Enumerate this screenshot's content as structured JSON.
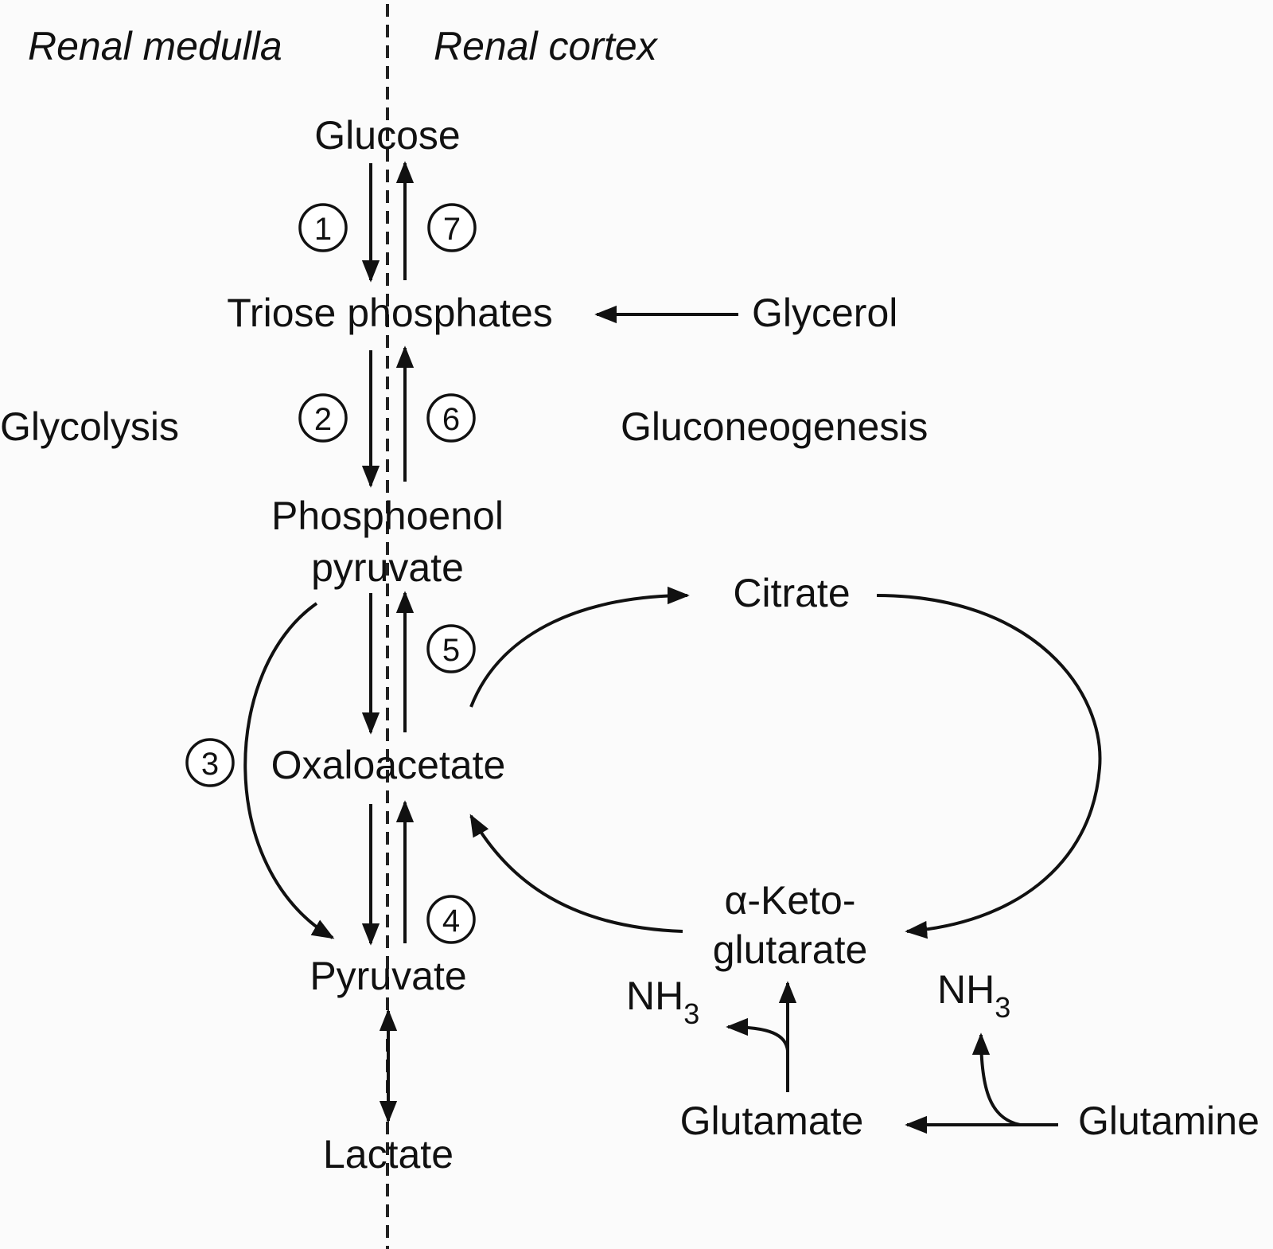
{
  "regions": {
    "left": "Renal medulla",
    "right": "Renal cortex"
  },
  "pathways": {
    "left": "Glycolysis",
    "right": "Gluconeogenesis"
  },
  "metabolites": {
    "glucose": "Glucose",
    "triose": "Triose phosphates",
    "glycerol": "Glycerol",
    "pep_line1": "Phosphoenol",
    "pep_line2": "pyruvate",
    "oxaloacetate": "Oxaloacetate",
    "pyruvate": "Pyruvate",
    "lactate": "Lactate",
    "citrate": "Citrate",
    "akg_line1": "α-Keto-",
    "akg_line2": "glutarate",
    "glutamate": "Glutamate",
    "glutamine": "Glutamine",
    "nh3_base": "NH",
    "nh3_sub": "3"
  },
  "steps": [
    "1",
    "2",
    "3",
    "4",
    "5",
    "6",
    "7"
  ]
}
